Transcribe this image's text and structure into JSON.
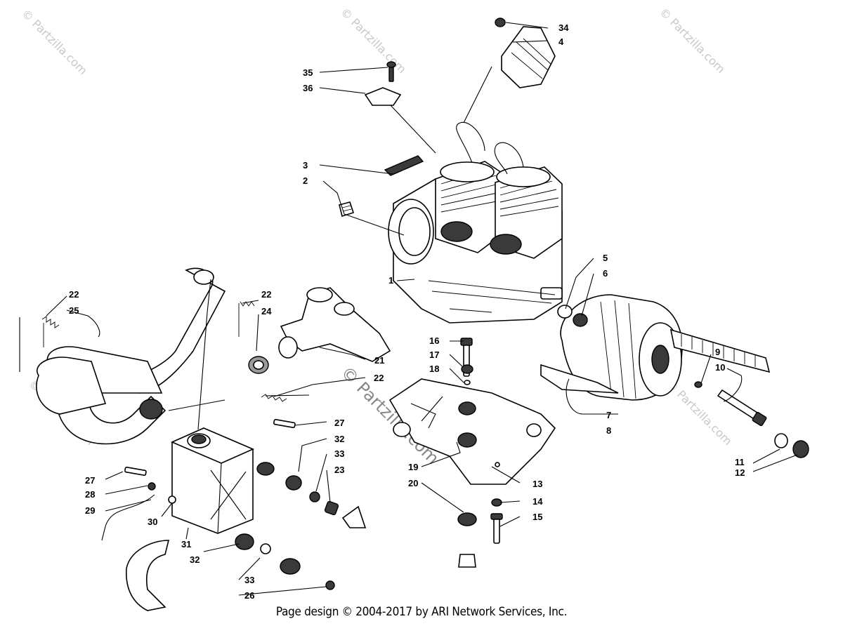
{
  "watermark": {
    "text": "© Partzilla.com",
    "center_text": "© Partzilla.com"
  },
  "callouts": {
    "n1": "1",
    "n2": "2",
    "n3": "3",
    "n4": "4",
    "n5": "5",
    "n6": "6",
    "n7": "7",
    "n8": "8",
    "n9": "9",
    "n10": "10",
    "n11": "11",
    "n12": "12",
    "n13": "13",
    "n14": "14",
    "n15": "15",
    "n16": "16",
    "n17": "17",
    "n18": "18",
    "n19": "19",
    "n20": "20",
    "n21": "21",
    "n22a": "22",
    "n22b": "22",
    "n22c": "22",
    "n23": "23",
    "n24": "24",
    "n25": "25",
    "n26": "26",
    "n27a": "27",
    "n27b": "27",
    "n28": "28",
    "n29": "29",
    "n30": "30",
    "n31": "31",
    "n32a": "32",
    "n32b": "32",
    "n33a": "33",
    "n33b": "33",
    "n34": "34",
    "n35": "35",
    "n36": "36"
  },
  "footer": {
    "copyright": "Page design © 2004-2017 by ARI Network Services, Inc."
  }
}
